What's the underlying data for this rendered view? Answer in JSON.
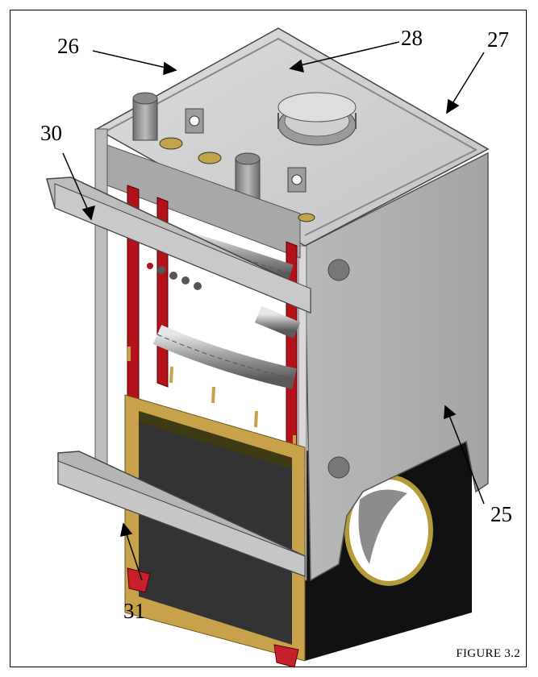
{
  "callouts": [
    {
      "id": "26",
      "text": "26"
    },
    {
      "id": "28",
      "text": "28"
    },
    {
      "id": "27",
      "text": "27"
    },
    {
      "id": "30",
      "text": "30"
    },
    {
      "id": "25",
      "text": "25"
    },
    {
      "id": "31",
      "text": "31"
    }
  ],
  "caption": "FIGURE 3.2",
  "colors": {
    "panel_light": "#c8c8c8",
    "panel_mid": "#a9a9a9",
    "panel_dark": "#7a7a7a",
    "manifold_red": "#b3121a",
    "frame_gold": "#c7a24a",
    "base_black": "#111111",
    "dark_gray": "#3a3a3a"
  }
}
